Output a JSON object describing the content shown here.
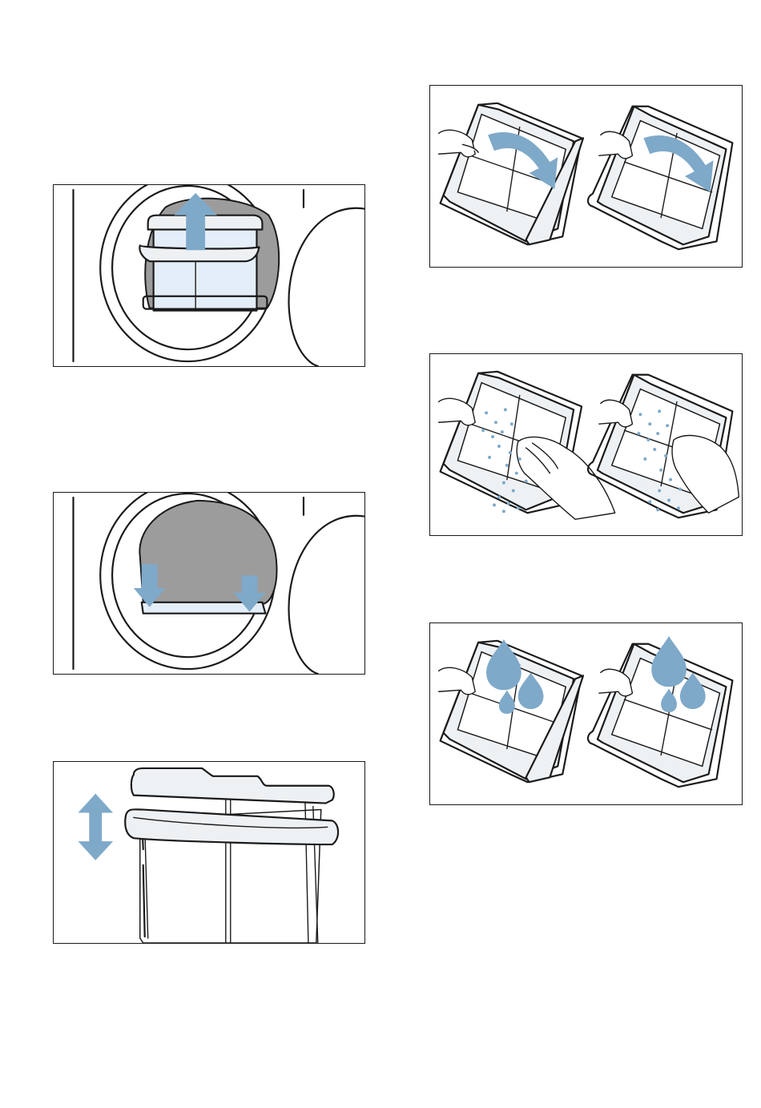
{
  "illustrations": [
    {
      "id": "p1",
      "icon": "remove-fluff-filter-illustration",
      "arrow": "up"
    },
    {
      "id": "p2",
      "icon": "filter-slot-illustration",
      "arrow": "down"
    },
    {
      "id": "p3",
      "icon": "filter-separate-illustration",
      "arrow": "up-down"
    },
    {
      "id": "p4",
      "icon": "open-filter-illustration",
      "arrow": "curved"
    },
    {
      "id": "p5",
      "icon": "wipe-fluff-illustration",
      "arrow": "none"
    },
    {
      "id": "p6",
      "icon": "rinse-filter-illustration",
      "arrow": "drops"
    }
  ],
  "colors": {
    "accent_blue": "#7fa9c9",
    "filter_gray": "#9c9c9c",
    "filter_pale": "#e4eef8",
    "line": "#1a1a1a"
  }
}
